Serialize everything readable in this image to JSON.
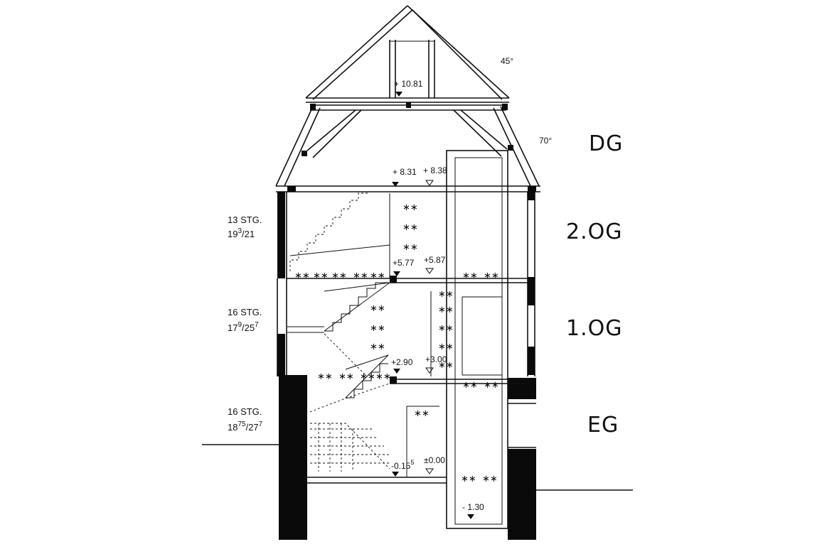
{
  "floors": {
    "dg": "DG",
    "og2": "2.OG",
    "og1": "1.OG",
    "eg": "EG"
  },
  "stairs": {
    "s1": {
      "steps": "13 STG.",
      "rise": "19",
      "rise_sup": "3",
      "going": "/21"
    },
    "s2": {
      "steps": "16 STG.",
      "rise": "17",
      "rise_sup": "9",
      "going": "/25",
      "going_sup": "7"
    },
    "s3": {
      "steps": "16 STG.",
      "rise": "18",
      "rise_sup": "75",
      "going": "/27",
      "going_sup": "7"
    }
  },
  "elevations": {
    "e1081": "+ 10.81",
    "e831": "+ 8.31",
    "e838": "+ 8.38",
    "e577": "+5.77",
    "e587": "+5.87",
    "e290": "+2.90",
    "e300": "+3.00",
    "e015": "-0.15",
    "e015_sup": "5",
    "e000": "±0.00",
    "e130": "- 1.30"
  },
  "angles": {
    "roof_upper": "45°",
    "roof_lower": "70°"
  },
  "markers": {
    "star": "∗∗"
  }
}
